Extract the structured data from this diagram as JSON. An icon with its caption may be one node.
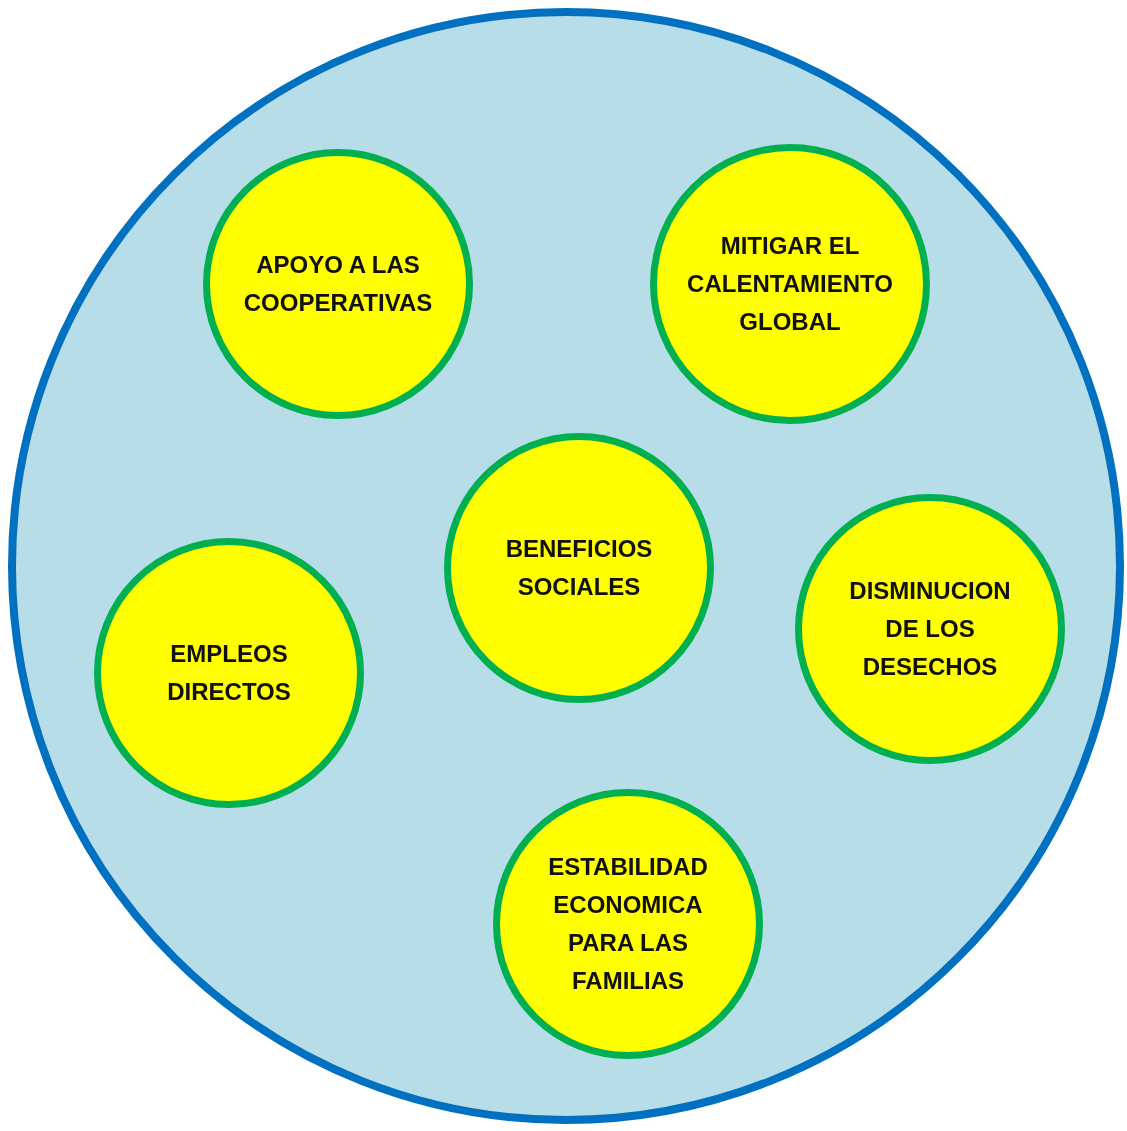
{
  "diagram": {
    "nodes": [
      {
        "text": [],
        "shape": "circle"
      },
      {
        "text": [
          "APOYO A LAS COOPERATIVAS"
        ],
        "in": 0
      },
      {
        "text": [
          "MITIGAR EL CALENTAMIENTO GLOBAL"
        ],
        "in": 0
      },
      {
        "text": [
          "EMPLEOS DIRECTOS"
        ],
        "in": 0
      },
      {
        "text": [
          "BENEFICIOS SOCIALES"
        ],
        "in": 0
      },
      {
        "text": [
          "DISMINUCION DE LOS DESECHOS"
        ],
        "in": 0
      },
      {
        "text": [
          "ESTABILIDAD ECONOMICA PARA LAS FAMILIAS"
        ],
        "in": 0
      }
    ],
    "edges": []
  }
}
